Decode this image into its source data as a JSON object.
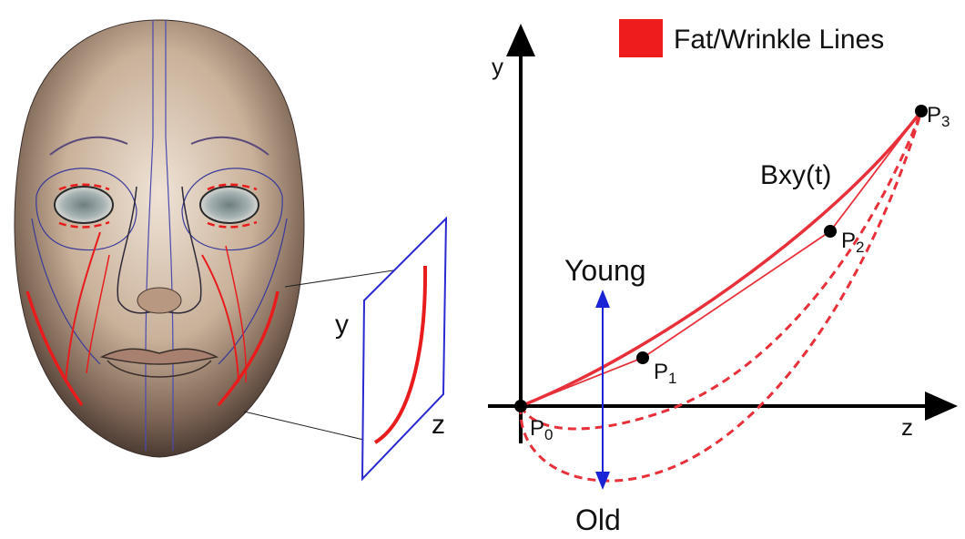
{
  "legend": {
    "label": "Fat/Wrinkle Lines",
    "swatch_color": "#ee1c1c"
  },
  "face_inset": {
    "y_label": "y",
    "z_label": "z"
  },
  "graph": {
    "y_axis_label": "y",
    "z_axis_label": "z",
    "curve_label": "Bxy(t)",
    "young_label": "Young",
    "old_label": "Old",
    "points": [
      {
        "base": "P",
        "sub": "0"
      },
      {
        "base": "P",
        "sub": "1"
      },
      {
        "base": "P",
        "sub": "2"
      },
      {
        "base": "P",
        "sub": "3"
      }
    ]
  },
  "colors": {
    "curve": "#e8303a",
    "arrow": "#1a24d6",
    "plane": "#2a2ad0",
    "axis": "#000000",
    "skin": "#c9b19a",
    "guide": "#3a3a9a"
  }
}
